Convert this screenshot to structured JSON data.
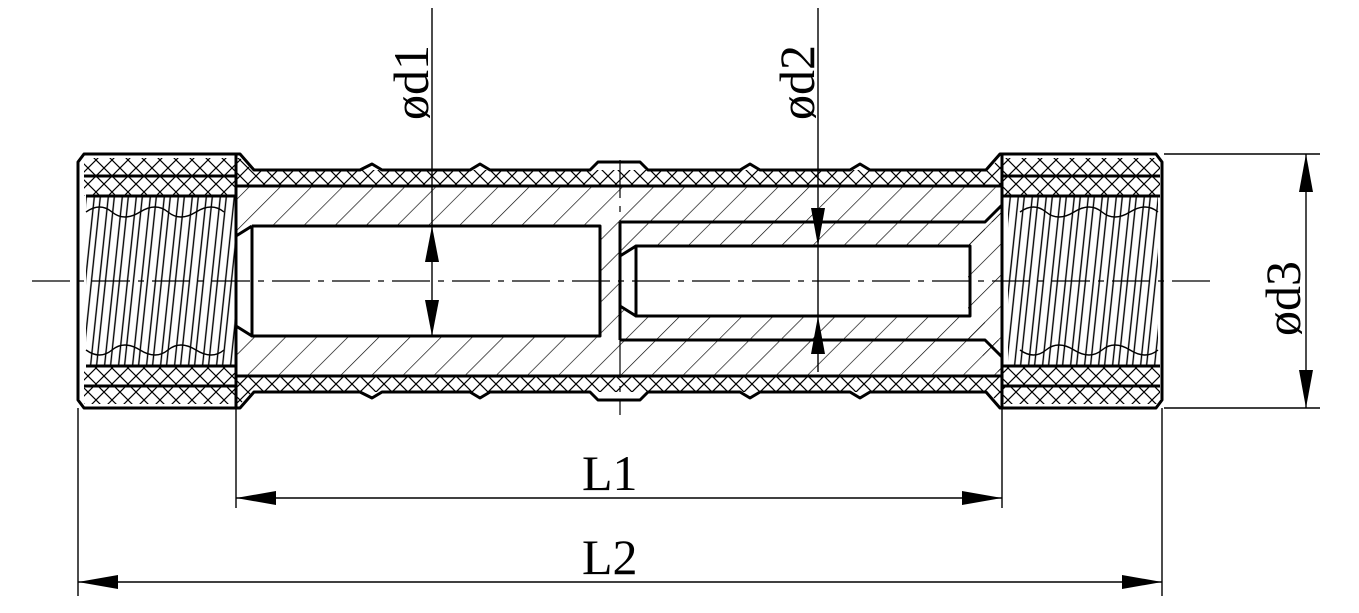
{
  "drawing": {
    "labels": {
      "d1": "ød1",
      "d2": "ød2",
      "d3": "ød3",
      "L1": "L1",
      "L2": "L2"
    }
  }
}
